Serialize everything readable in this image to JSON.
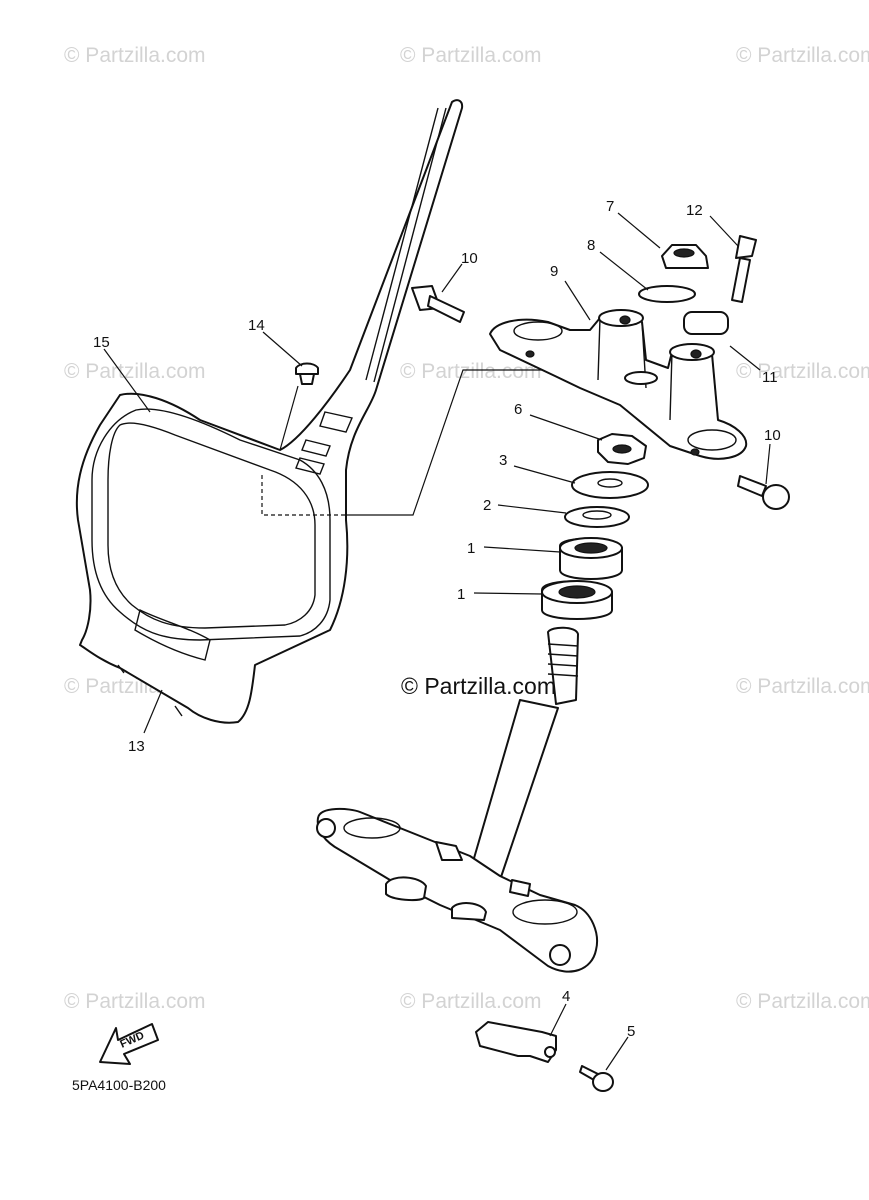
{
  "watermark": {
    "small_text": "© Partzilla.com",
    "center_text": "© Partzilla.com",
    "small_color": "#d3d3d3"
  },
  "diagram_code": "5PA4100-B200",
  "fwd_label": "FWD",
  "callouts": [
    {
      "id": "c1a",
      "label": "1"
    },
    {
      "id": "c1b",
      "label": "1"
    },
    {
      "id": "c2",
      "label": "2"
    },
    {
      "id": "c3",
      "label": "3"
    },
    {
      "id": "c4",
      "label": "4"
    },
    {
      "id": "c5",
      "label": "5"
    },
    {
      "id": "c6",
      "label": "6"
    },
    {
      "id": "c7",
      "label": "7"
    },
    {
      "id": "c8",
      "label": "8"
    },
    {
      "id": "c9",
      "label": "9"
    },
    {
      "id": "c10a",
      "label": "10"
    },
    {
      "id": "c10b",
      "label": "10"
    },
    {
      "id": "c11",
      "label": "11"
    },
    {
      "id": "c12",
      "label": "12"
    },
    {
      "id": "c13",
      "label": "13"
    },
    {
      "id": "c14",
      "label": "14"
    },
    {
      "id": "c15",
      "label": "15"
    }
  ]
}
